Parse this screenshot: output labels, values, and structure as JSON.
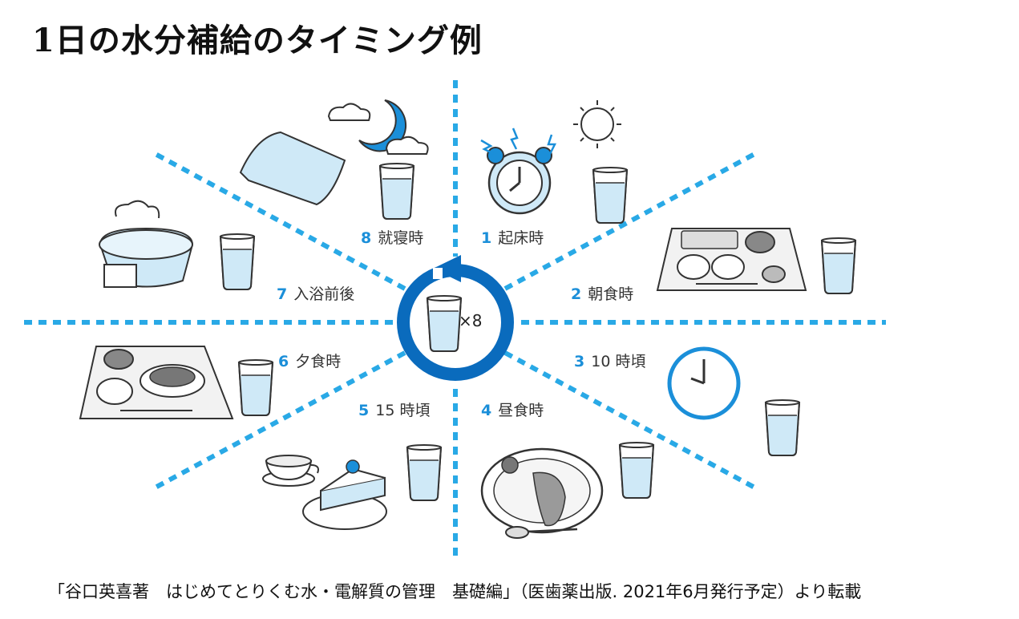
{
  "title": "1日の水分補給のタイミング例",
  "center_multiplier": "×8",
  "timings": [
    {
      "num": "1",
      "text": "起床時"
    },
    {
      "num": "2",
      "text": "朝食時"
    },
    {
      "num": "3",
      "text": "10 時頃"
    },
    {
      "num": "4",
      "text": "昼食時"
    },
    {
      "num": "5",
      "text": "15 時頃"
    },
    {
      "num": "6",
      "text": "夕食時"
    },
    {
      "num": "7",
      "text": "入浴前後"
    },
    {
      "num": "8",
      "text": "就寝時"
    }
  ],
  "source": "「谷口英喜著　はじめてとりくむ水・電解質の管理　基礎編」（医歯薬出版. 2021年6月発行予定）より転載",
  "colors": {
    "accent_blue": "#1b8fd9",
    "dark_blue": "#0a6bbd",
    "dash_blue": "#29a9e6",
    "water": "#c8e6f6"
  }
}
